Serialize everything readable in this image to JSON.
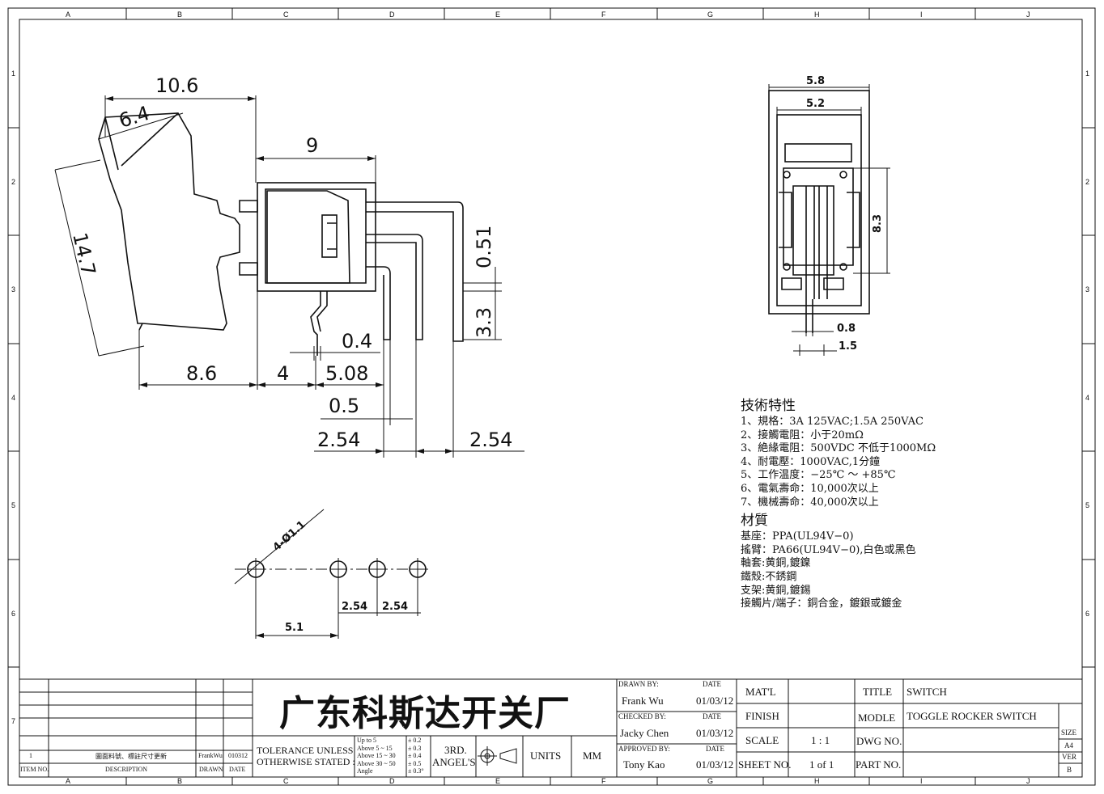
{
  "frame": {
    "columns": [
      "A",
      "B",
      "C",
      "D",
      "E",
      "F",
      "G",
      "H",
      "I",
      "J"
    ],
    "rows": [
      "1",
      "2",
      "3",
      "4",
      "5",
      "6",
      "7"
    ]
  },
  "side_view_dims": {
    "d10_6": "10.6",
    "d6_4": "6.4",
    "d9": "9",
    "d14_7": "14.7",
    "d0_51": "0.51",
    "d3_3": "3.3",
    "d0_4": "0.4",
    "d8_6": "8.6",
    "d4": "4",
    "d5_08": "5.08",
    "d0_5": "0.5",
    "d2_54a": "2.54",
    "d2_54b": "2.54"
  },
  "front_view_dims": {
    "d5_8": "5.8",
    "d5_2": "5.2",
    "d8_3": "8.3",
    "d0_8": "0.8",
    "d1_5": "1.5"
  },
  "hole_pattern_dims": {
    "holes": "4-Ø1.1",
    "d2_54a": "2.54",
    "d2_54b": "2.54",
    "d5_1": "5.1"
  },
  "specs": {
    "tech_title": "技術特性",
    "tech_lines": [
      "1、規格：3A 125VAC;1.5A 250VAC",
      "2、接觸電阻：小于20mΩ",
      "3、絶緣電阻：500VDC 不低于1000MΩ",
      "4、耐電壓：1000VAC,1分鐘",
      "5、工作温度：−25℃ ～ +85℃",
      "6、電氣壽命：10,000次以上",
      "7、機械壽命：40,000次以上"
    ],
    "material_title": "材質",
    "material_lines": [
      "基座：PPA(UL94V−0)",
      "搖臂：PA66(UL94V−0),白色或黑色",
      "軸套:黄銅,鍍鎳",
      "鐵殼:不銹鋼",
      "支架:黄銅,鍍錫",
      "接觸片/端子：銅合金，鍍銀或鍍金"
    ]
  },
  "revision": {
    "item_no": "1",
    "description": "圖面料號、標註尺寸更新",
    "drawn": "FrankWu",
    "date": "010312",
    "hdr_item": "ITEM NO.",
    "hdr_desc": "DESCRIPTION",
    "hdr_drawn": "DRAWN",
    "hdr_date": "DATE"
  },
  "tolerance": {
    "label1": "TOLERANCE UNLESS",
    "label2": "OTHERWISE STATED :",
    "rows": [
      {
        "range": "Up  to  5",
        "tol": "± 0.2"
      },
      {
        "range": "Above 5  ~ 15",
        "tol": "± 0.3"
      },
      {
        "range": "Above 15 ~ 30",
        "tol": "± 0.4"
      },
      {
        "range": "Above 30 ~ 50",
        "tol": "± 0.5"
      },
      {
        "range": "Angle",
        "tol": "± 0.3°"
      }
    ],
    "angle1": "3RD.",
    "angle2": "ANGEL'S",
    "units_label": "UNITS",
    "units_value": "MM"
  },
  "company": "广东科斯达开关厂",
  "signoff": {
    "drawn_by_label": "DRAWN BY:",
    "drawn_by": "Frank Wu",
    "checked_by_label": "CHECKED BY:",
    "checked_by": "Jacky Chen",
    "approved_by_label": "APPROVED BY:",
    "approved_by": "Tony Kao",
    "date_label": "DATE",
    "date1": "01/03/12",
    "date2": "01/03/12",
    "date3": "01/03/12"
  },
  "title_block": {
    "matl_label": "MAT'L",
    "matl_value": "",
    "finish_label": "FINISH",
    "finish_value": "",
    "scale_label": "SCALE",
    "scale_value": "1 : 1",
    "sheet_label": "SHEET NO.",
    "sheet_value": "1 of 1",
    "title_label": "TITLE",
    "title_value": "SWITCH",
    "model_label": "MODLE",
    "model_value": "TOGGLE ROCKER SWITCH",
    "dwg_label": "DWG NO.",
    "dwg_value": "",
    "part_label": "PART NO.",
    "part_value": "",
    "size_label": "SIZE",
    "size_value": "A4",
    "ver_label": "VER",
    "ver_value": "B"
  }
}
